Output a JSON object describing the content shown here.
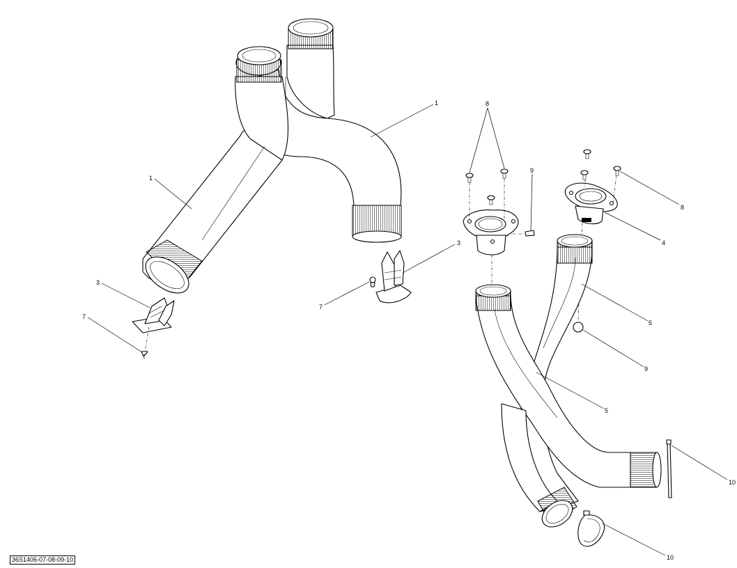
{
  "diagram": {
    "reference_code": "36S1406-07-08-09-10",
    "callouts": [
      "1",
      "1",
      "3",
      "7",
      "3",
      "7",
      "8",
      "9",
      "8",
      "4",
      "5",
      "9",
      "5",
      "10",
      "10"
    ]
  }
}
